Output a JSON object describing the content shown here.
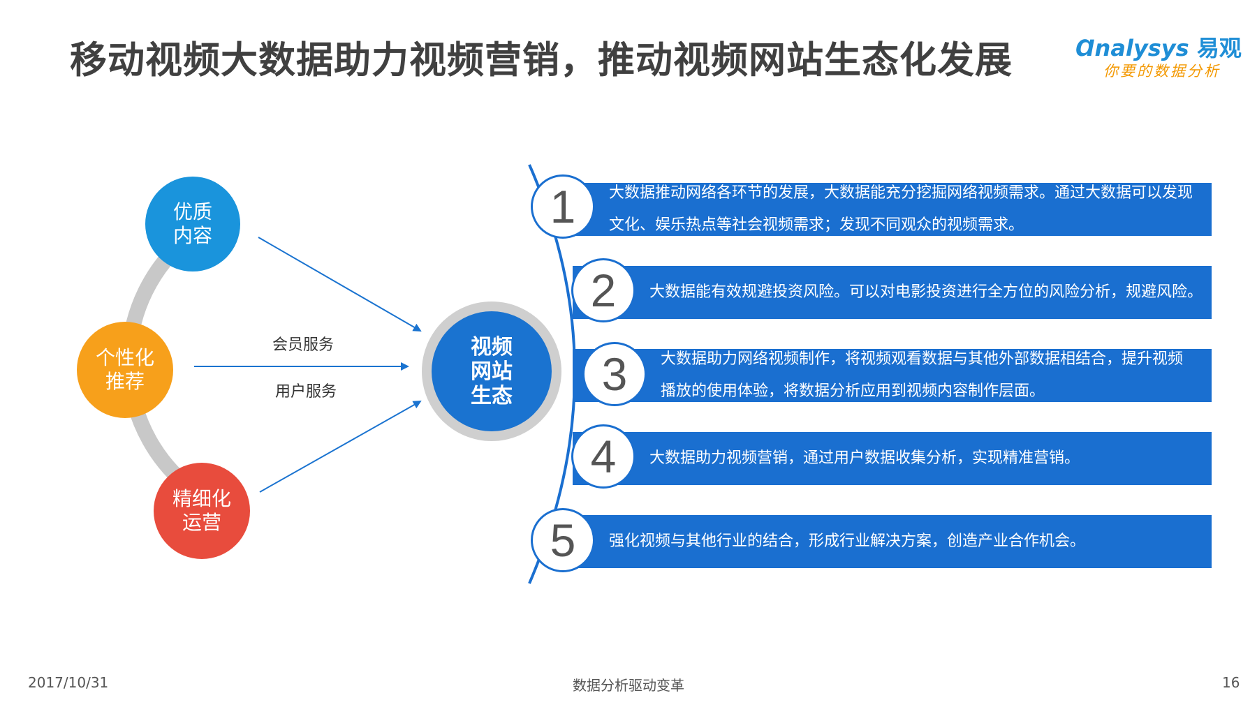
{
  "header": {
    "title": "移动视频大数据助力视频营销，推动视频网站生态化发展"
  },
  "logo": {
    "brand": "nalysys",
    "brand_cn": "易观",
    "tagline": "你要的数据分析"
  },
  "diagram": {
    "left_nodes": [
      {
        "line1": "优质",
        "line2": "内容"
      },
      {
        "line1": "个性化",
        "line2": "推荐"
      },
      {
        "line1": "精细化",
        "line2": "运营"
      }
    ],
    "arrow_labels": [
      "会员服务",
      "用户服务"
    ],
    "center": {
      "line1": "视频",
      "line2": "网站",
      "line3": "生态"
    },
    "items": [
      {
        "num": "1",
        "line1": "大数据推动网络各环节的发展，大数据能充分挖掘网络视频需求。通过大数据可以发现",
        "line2": "文化、娱乐热点等社会视频需求；发现不同观众的视频需求。"
      },
      {
        "num": "2",
        "line1": "大数据能有效规避投资风险。可以对电影投资进行全方位的风险分析，规避风险。",
        "line2": ""
      },
      {
        "num": "3",
        "line1": "大数据助力网络视频制作，将视频观看数据与其他外部数据相结合，提升视频",
        "line2": "播放的使用体验，将数据分析应用到视频内容制作层面。"
      },
      {
        "num": "4",
        "line1": "大数据助力视频营销，通过用户数据收集分析，实现精准营销。",
        "line2": ""
      },
      {
        "num": "5",
        "line1": "强化视频与其他行业的结合，形成行业解决方案，创造产业合作机会。",
        "line2": ""
      }
    ]
  },
  "footer": {
    "date": "2017/10/31",
    "center": "数据分析驱动变革",
    "page": "16"
  },
  "colors": {
    "blue_bar": "#1a6fd0",
    "node_blue": "#1a94dc",
    "node_orange": "#f7a01b",
    "node_red": "#e84c3d",
    "ring_gray": "#cfcfcf"
  }
}
